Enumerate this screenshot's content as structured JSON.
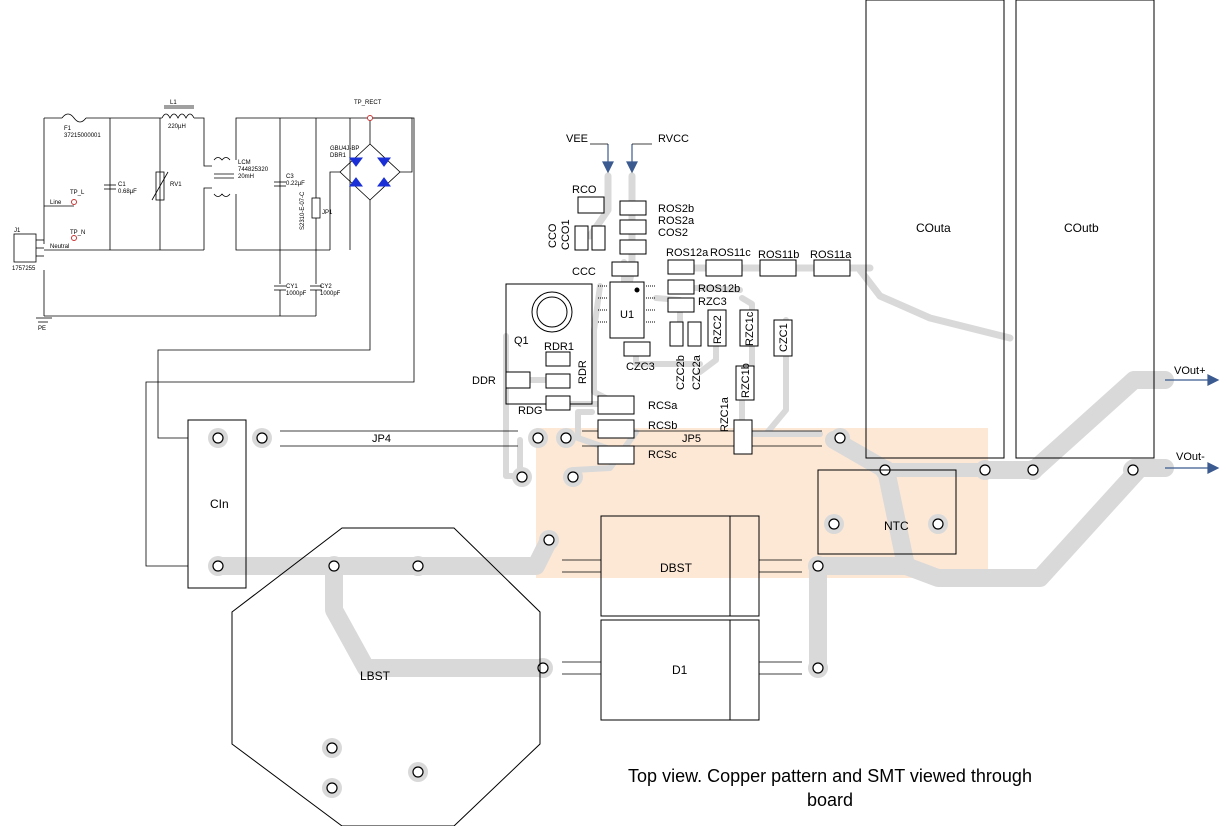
{
  "schematic": {
    "labels": {
      "fuse": "F1",
      "fuse_part": "37215000001",
      "inductor": "L1",
      "inductor_value": "220µH",
      "tp_rect": "TP_RECT",
      "lcm": "LCM",
      "lcm_part": "744825320",
      "lcm_value": "20mH",
      "bridge_part": "GBU4J-BP",
      "bridge_ref": "DBR1",
      "c1": "C1",
      "c1_value": "0.68µF",
      "rv1": "RV1",
      "c3": "C3",
      "c3_value": "0.22µF",
      "jp1": "JP1",
      "jp1_part": "S2310-E-07-C",
      "tp_l": "TP_L",
      "tp_n": "TP_N",
      "line": "Line",
      "neutral": "Neutral",
      "j1": "J1",
      "j1_part": "1757255",
      "pe": "PE",
      "cy1": "CY1",
      "cy1_value": "1000pF",
      "cy2": "CY2",
      "cy2_value": "1000pF"
    }
  },
  "nets": {
    "vee": "VEE",
    "rvcc": "RVCC",
    "vout_pos": "VOut+",
    "vout_neg": "VOut-"
  },
  "components": {
    "rco": "RCO",
    "cco": "CCO",
    "cco1": "CCO1",
    "ros2b": "ROS2b",
    "ros2a": "ROS2a",
    "cos2": "COS2",
    "ccc": "CCC",
    "ros12a": "ROS12a",
    "ros11c": "ROS11c",
    "ros11b": "ROS11b",
    "ros11a": "ROS11a",
    "ros12b": "ROS12b",
    "rzc3": "RZC3",
    "u1": "U1",
    "rzc2": "RZC2",
    "rzc1c": "RZC1c",
    "czc1": "CZC1",
    "czc3": "CZC3",
    "czc2b": "CZC2b",
    "czc2a": "CZC2a",
    "rzc1b": "RZC1b",
    "rzc1a": "RZC1a",
    "q1": "Q1",
    "rdr1": "RDR1",
    "rdr": "RDR",
    "ddr": "DDR",
    "rdg": "RDG",
    "rcsa": "RCSa",
    "rcsb": "RCSb",
    "rcsc": "RCSc",
    "jp4": "JP4",
    "jp5": "JP5",
    "cin": "CIn",
    "couta": "COuta",
    "coutb": "COutb",
    "ntc": "NTC",
    "dbst": "DBST",
    "d1": "D1",
    "lbst": "LBST"
  },
  "caption_line1": "Top view. Copper pattern and SMT viewed through",
  "caption_line2": "board",
  "colors": {
    "trace": "#d9d9d9",
    "highlight": "#fde4cf",
    "wire": "#000000",
    "net_arrow": "#3a5a90",
    "diode": "#1a2fd6",
    "terminal": "#cc3333"
  }
}
